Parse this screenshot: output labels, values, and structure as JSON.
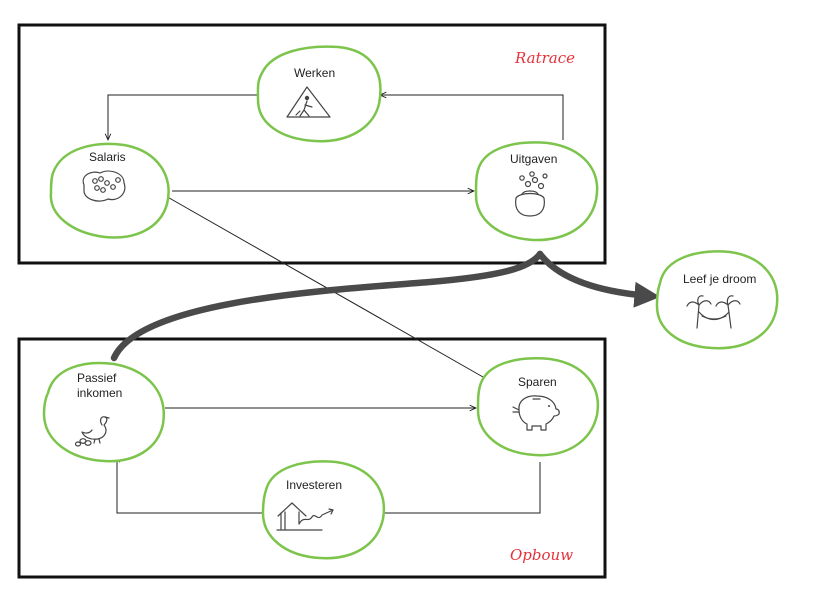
{
  "colors": {
    "node_border": "#7cc44b",
    "section_title": "#e5323a",
    "frame": "#111111",
    "connector": "#222222",
    "big_arrow": "#4a4a4a"
  },
  "sections": {
    "top_title": "Ratrace",
    "bottom_title": "Opbouw"
  },
  "nodes": {
    "werken": {
      "label": "Werken",
      "icon": "roadworks-icon"
    },
    "salaris": {
      "label": "Salaris",
      "icon": "coins-bag-icon"
    },
    "uitgaven": {
      "label": "Uitgaven",
      "icon": "money-purse-icon"
    },
    "passief_inkomen": {
      "label_line1": "Passief",
      "label_line2": "inkomen",
      "icon": "golden-goose-icon"
    },
    "sparen": {
      "label": "Sparen",
      "icon": "piggy-bank-icon"
    },
    "investeren": {
      "label": "Investeren",
      "icon": "house-growth-icon"
    },
    "leef_je_droom": {
      "label": "Leef je droom",
      "icon": "hammock-palms-icon"
    }
  }
}
